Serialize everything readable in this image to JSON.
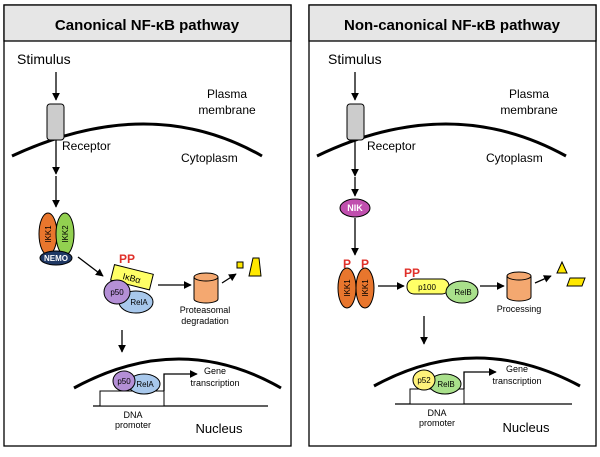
{
  "left": {
    "title": "Canonical NF-κB pathway",
    "stimulus": "Stimulus",
    "plasma_membrane": [
      "Plasma",
      "membrane"
    ],
    "receptor": "Receptor",
    "cytoplasm": "Cytoplasm",
    "ikk1": "IKK1",
    "ikk2": "IKK2",
    "nemo": "NEMO",
    "p_letters": "PP",
    "ikba": "IκBα",
    "p50": "p50",
    "rela": "RelA",
    "proteasomal": [
      "Proteasomal",
      "degradation"
    ],
    "gene_transcription": [
      "Gene",
      "transcription"
    ],
    "dna_promoter": [
      "DNA",
      "promoter"
    ],
    "nucleus": "Nucleus"
  },
  "right": {
    "title": "Non-canonical NF-κB pathway",
    "stimulus": "Stimulus",
    "plasma_membrane": [
      "Plasma",
      "membrane"
    ],
    "receptor": "Receptor",
    "cytoplasm": "Cytoplasm",
    "nik": "NIK",
    "ikk1": "IKK1",
    "p_left": "P",
    "p_right": "P",
    "p_p100": "PP",
    "p100": "p100",
    "relb": "RelB",
    "processing": "Processing",
    "p52": "p52",
    "gene_transcription": [
      "Gene",
      "transcription"
    ],
    "dna_promoter": [
      "DNA",
      "promoter"
    ],
    "nucleus": "Nucleus"
  },
  "colors": {
    "header_bg": "#e6e6e6",
    "ikk_orange": "#e8762d",
    "ikk2_green": "#92d050",
    "nemo_navy": "#1f3864",
    "ikba_yellow": "#ffff66",
    "p50_purple": "#b48fd6",
    "rela_blue": "#a8c8ec",
    "relb_green": "#a9e08b",
    "p52_yellow": "#fff27a",
    "nik_magenta": "#c04fae",
    "proteasome": "#f4a870",
    "phospho_red": "#e0302a",
    "fragment_yellow": "#ffe800"
  }
}
